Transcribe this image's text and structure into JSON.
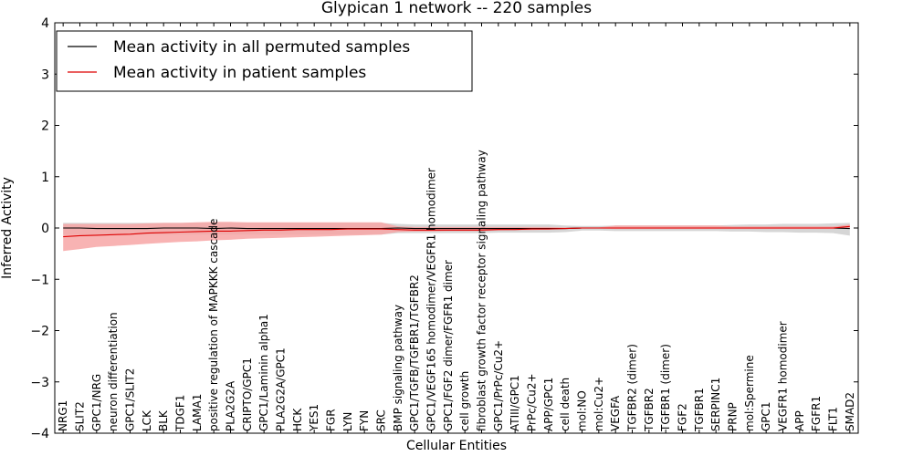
{
  "chart_data": {
    "type": "line",
    "title": "Glypican 1 network -- 220 samples",
    "xlabel": "Cellular Entities",
    "ylabel": "Inferred Activity",
    "ylim": [
      -4,
      4
    ],
    "yticks": [
      -4,
      -3,
      -2,
      -1,
      0,
      1,
      2,
      3,
      4
    ],
    "grid": false,
    "legend_position": "top-left",
    "categories": [
      "NRG1",
      "SLIT2",
      "GPC1/NRG",
      "neuron differentiation",
      "GPC1/SLIT2",
      "LCK",
      "BLK",
      "TDGF1",
      "LAMA1",
      "positive regulation of MAPKKK cascade",
      "PLA2G2A",
      "CRIPTO/GPC1",
      "GPC1/Laminin alpha1",
      "PLA2G2A/GPC1",
      "HCK",
      "YES1",
      "FGR",
      "LYN",
      "FYN",
      "SRC",
      "BMP signaling pathway",
      "GPC1/TGFB/TGFBR1/TGFBR2",
      "GPC1/VEGF165 homodimer/VEGFR1 homodimer",
      "GPC1/FGF2 dimer/FGFR1 dimer",
      "cell growth",
      "fibroblast growth factor receptor signaling pathway",
      "GPC1/PrPc/Cu2+",
      "ATIII/GPC1",
      "PrPc/Cu2+",
      "APP/GPC1",
      "cell death",
      "mol:NO",
      "mol:Cu2+",
      "VEGFA",
      "TGFBR2 (dimer)",
      "TGFBR2",
      "TGFBR1 (dimer)",
      "FGF2",
      "TGFBR1",
      "SERPINC1",
      "PRNP",
      "mol:Spermine",
      "GPC1",
      "VEGFR1 homodimer",
      "APP",
      "FGFR1",
      "FLT1",
      "SMAD2"
    ],
    "series": [
      {
        "name": "Mean activity in all permuted samples",
        "color": "#000000",
        "band_color": "#c8c8c8",
        "values": [
          0,
          0,
          -0.01,
          -0.01,
          -0.01,
          -0.01,
          0,
          0,
          0,
          -0.01,
          0,
          -0.01,
          -0.01,
          -0.01,
          -0.01,
          -0.01,
          -0.01,
          -0.01,
          -0.01,
          -0.01,
          0,
          -0.01,
          -0.01,
          -0.01,
          -0.01,
          -0.01,
          -0.01,
          -0.01,
          -0.01,
          -0.01,
          -0.01,
          0,
          0,
          0,
          0,
          0,
          0,
          0,
          0,
          0,
          0,
          0,
          0,
          0,
          0,
          0,
          0,
          -0.01
        ],
        "lower": [
          -0.13,
          -0.13,
          -0.13,
          -0.13,
          -0.13,
          -0.13,
          -0.13,
          -0.13,
          -0.13,
          -0.13,
          -0.13,
          -0.13,
          -0.13,
          -0.13,
          -0.13,
          -0.13,
          -0.13,
          -0.13,
          -0.13,
          -0.13,
          -0.1,
          -0.1,
          -0.1,
          -0.1,
          -0.1,
          -0.1,
          -0.09,
          -0.09,
          -0.09,
          -0.09,
          -0.08,
          -0.05,
          -0.05,
          -0.06,
          -0.06,
          -0.06,
          -0.06,
          -0.06,
          -0.06,
          -0.06,
          -0.07,
          -0.07,
          -0.08,
          -0.08,
          -0.09,
          -0.09,
          -0.1,
          -0.15
        ],
        "upper": [
          0.1,
          0.1,
          0.1,
          0.1,
          0.1,
          0.1,
          0.1,
          0.1,
          0.1,
          0.1,
          0.1,
          0.1,
          0.1,
          0.1,
          0.1,
          0.1,
          0.1,
          0.1,
          0.1,
          0.1,
          0.08,
          0.07,
          0.07,
          0.07,
          0.07,
          0.07,
          0.07,
          0.07,
          0.07,
          0.07,
          0.05,
          0.04,
          0.04,
          0.05,
          0.05,
          0.05,
          0.05,
          0.05,
          0.05,
          0.05,
          0.06,
          0.07,
          0.07,
          0.08,
          0.08,
          0.08,
          0.09,
          0.1
        ]
      },
      {
        "name": "Mean activity in patient samples",
        "color": "#dd0000",
        "band_color": "#f7a6a6",
        "values": [
          -0.17,
          -0.15,
          -0.14,
          -0.13,
          -0.12,
          -0.1,
          -0.09,
          -0.08,
          -0.07,
          -0.06,
          -0.06,
          -0.05,
          -0.04,
          -0.04,
          -0.03,
          -0.03,
          -0.03,
          -0.02,
          -0.02,
          -0.02,
          -0.03,
          -0.04,
          -0.04,
          -0.04,
          -0.04,
          -0.04,
          -0.03,
          -0.03,
          -0.02,
          -0.02,
          -0.01,
          0,
          0,
          0,
          0,
          0,
          0,
          0,
          0,
          0,
          0,
          0,
          0,
          0,
          0,
          0,
          0,
          0.03
        ],
        "lower": [
          -0.45,
          -0.41,
          -0.37,
          -0.35,
          -0.33,
          -0.31,
          -0.29,
          -0.27,
          -0.26,
          -0.24,
          -0.23,
          -0.21,
          -0.2,
          -0.19,
          -0.18,
          -0.17,
          -0.16,
          -0.15,
          -0.14,
          -0.13,
          -0.08,
          -0.07,
          -0.07,
          -0.06,
          -0.06,
          -0.06,
          -0.05,
          -0.04,
          -0.04,
          -0.03,
          -0.02,
          -0.01,
          -0.01,
          -0.02,
          -0.02,
          -0.02,
          -0.02,
          -0.02,
          -0.02,
          -0.02,
          -0.02,
          -0.02,
          -0.02,
          -0.02,
          -0.02,
          -0.02,
          -0.02,
          -0.01
        ],
        "upper": [
          0.08,
          0.08,
          0.08,
          0.08,
          0.08,
          0.09,
          0.1,
          0.1,
          0.11,
          0.12,
          0.12,
          0.11,
          0.11,
          0.11,
          0.11,
          0.11,
          0.11,
          0.11,
          0.11,
          0.11,
          0.03,
          0.02,
          0.02,
          0.02,
          0.02,
          0.02,
          0.02,
          0.02,
          0.02,
          0.02,
          0.01,
          0.01,
          0.01,
          0.05,
          0.05,
          0.05,
          0.05,
          0.05,
          0.05,
          0.05,
          0.03,
          0.03,
          0.03,
          0.03,
          0.03,
          0.03,
          0.03,
          0.07
        ]
      }
    ]
  }
}
